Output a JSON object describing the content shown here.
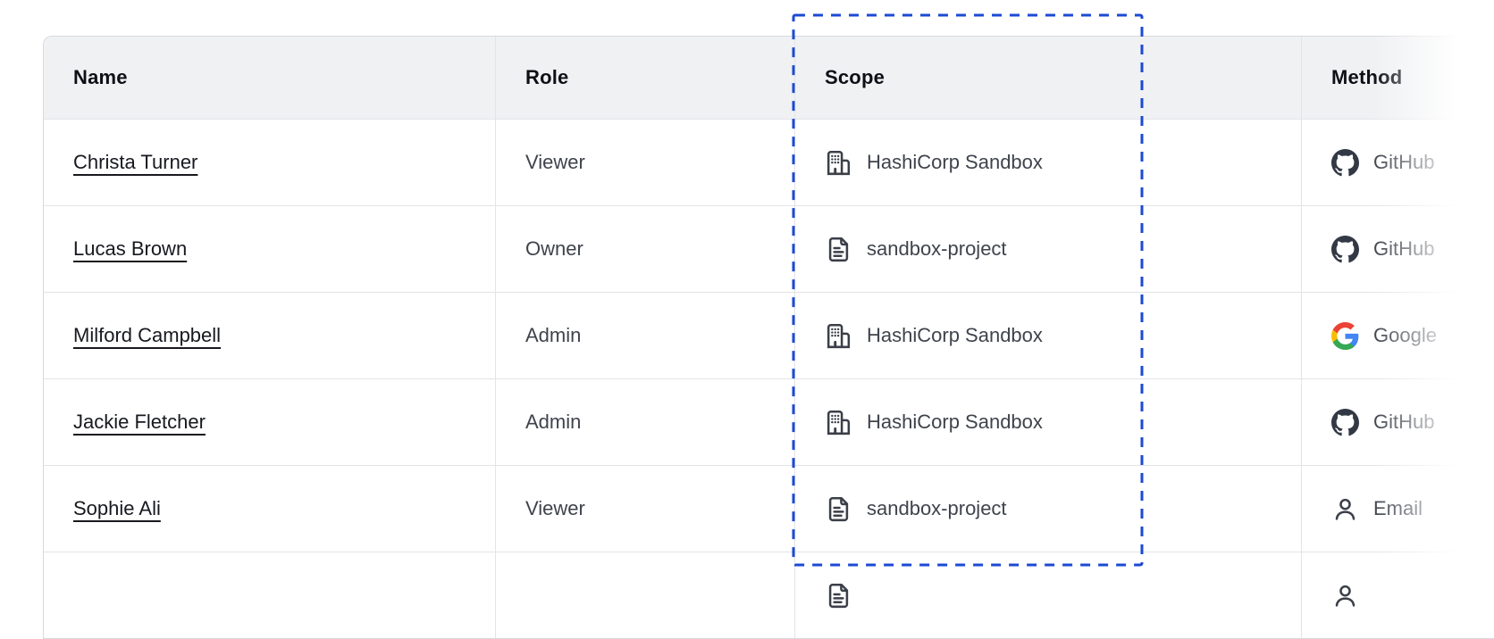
{
  "annotation": {
    "type": "dashed-highlight-box",
    "target": "scope-column",
    "color": "#1c4ad4"
  },
  "table": {
    "columns": [
      "Name",
      "Role",
      "Scope",
      "Method"
    ],
    "rows": [
      {
        "name": "Christa Turner",
        "role": "Viewer",
        "scope": {
          "icon": "org-building-icon",
          "label": "HashiCorp Sandbox"
        },
        "method": {
          "icon": "github-icon",
          "label": "GitHub"
        }
      },
      {
        "name": "Lucas Brown",
        "role": "Owner",
        "scope": {
          "icon": "file-text-icon",
          "label": "sandbox-project"
        },
        "method": {
          "icon": "github-icon",
          "label": "GitHub"
        }
      },
      {
        "name": "Milford Campbell",
        "role": "Admin",
        "scope": {
          "icon": "org-building-icon",
          "label": "HashiCorp Sandbox"
        },
        "method": {
          "icon": "google-icon",
          "label": "Google"
        }
      },
      {
        "name": "Jackie Fletcher",
        "role": "Admin",
        "scope": {
          "icon": "org-building-icon",
          "label": "HashiCorp Sandbox"
        },
        "method": {
          "icon": "github-icon",
          "label": "GitHub"
        }
      },
      {
        "name": "Sophie Ali",
        "role": "Viewer",
        "scope": {
          "icon": "file-text-icon",
          "label": "sandbox-project"
        },
        "method": {
          "icon": "user-icon",
          "label": "Email"
        }
      },
      {
        "name": "",
        "role": "",
        "scope": {
          "icon": "file-text-icon",
          "label": ""
        },
        "method": {
          "icon": "user-icon",
          "label": ""
        }
      }
    ],
    "colors": {
      "header_bg": "#f0f1f3",
      "border": "#e3e4e8",
      "header_text": "#0e1016",
      "body_text": "#3f434c",
      "icon": "#3b3f48",
      "github_mark": "#333944"
    }
  }
}
